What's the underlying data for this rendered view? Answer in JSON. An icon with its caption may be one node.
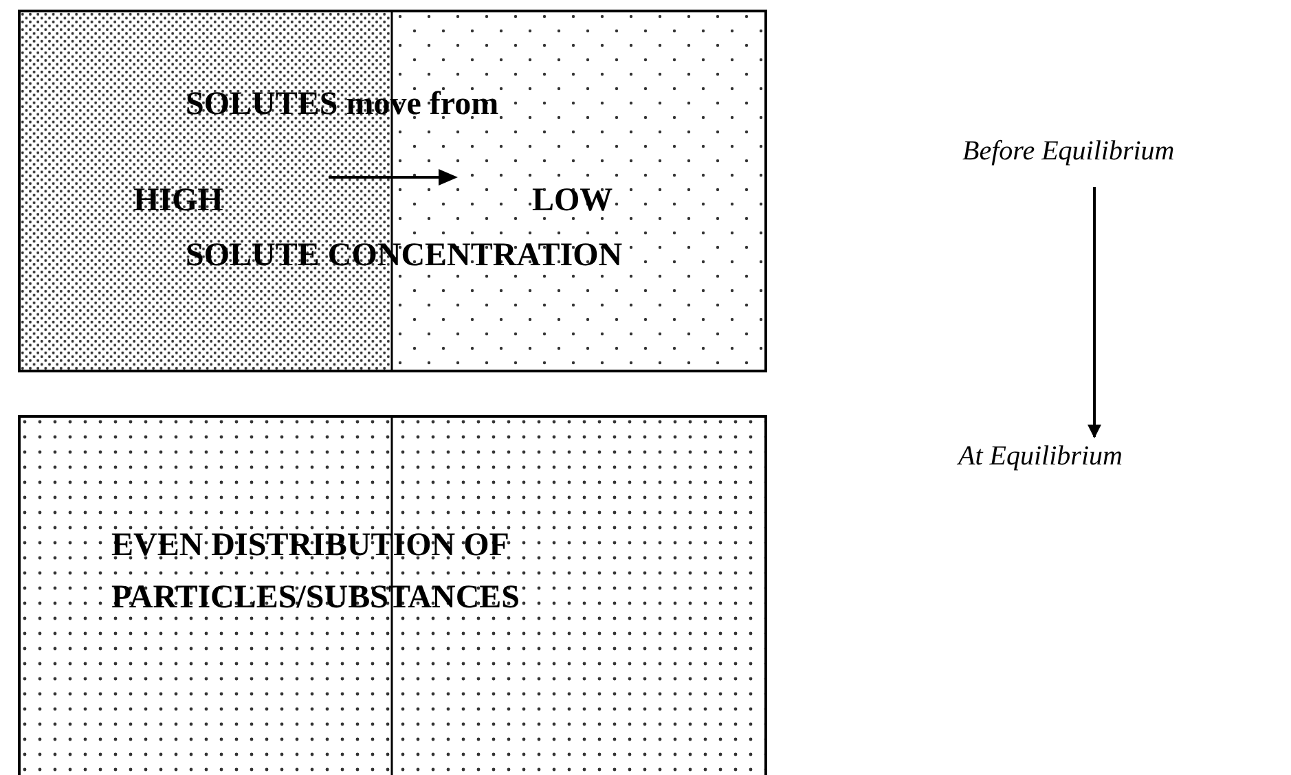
{
  "diagram": {
    "nodes": [
      {
        "text": [
          "SOLUTES move from",
          "HIGH",
          "LOW",
          "SOLUTE CONCENTRATION"
        ]
      },
      {
        "text": [
          "EVEN DISTRIBUTION OF PARTICLES/SUBSTANCES"
        ]
      },
      {
        "text": [
          "Before Equilibrium"
        ]
      },
      {
        "text": [
          "At Equilibrium"
        ]
      }
    ],
    "edges": [
      {
        "from": 2,
        "to": 3,
        "arrow": "to"
      }
    ]
  }
}
